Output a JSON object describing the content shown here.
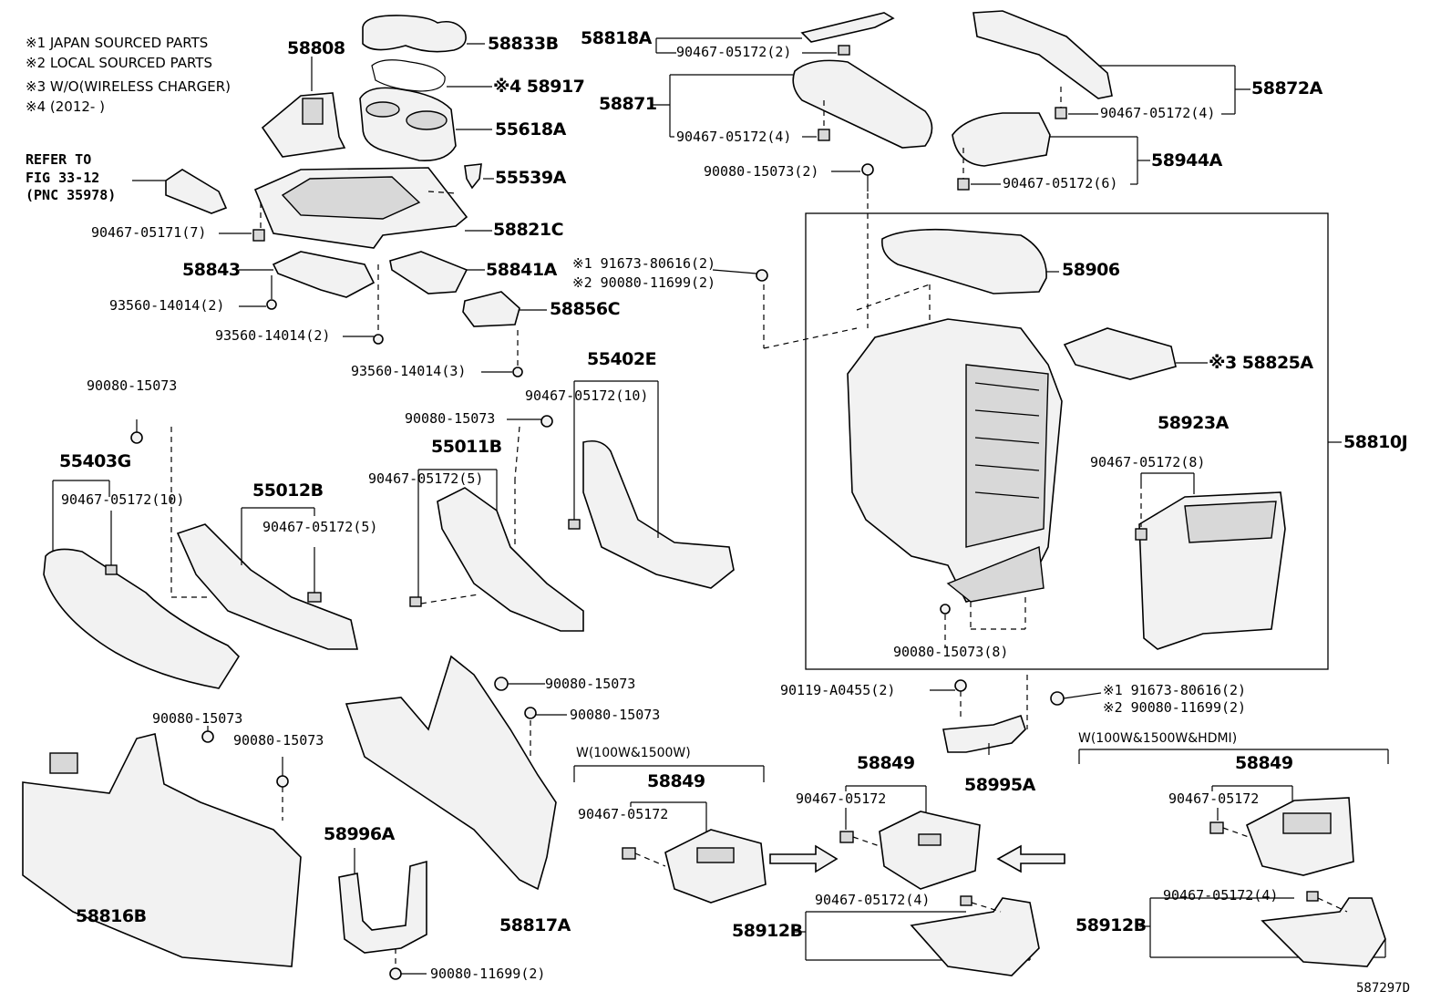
{
  "legend": {
    "n1": "※1 JAPAN SOURCED PARTS",
    "n2": "※2 LOCAL SOURCED PARTS",
    "n3": "※3 W/O(WIRELESS CHARGER)",
    "n4": "※4 (2012-      )"
  },
  "refer": {
    "line1": "REFER TO",
    "line2": "FIG 33-12",
    "line3": "(PNC 35978)"
  },
  "labels": {
    "p58808": "58808",
    "p58833B": "58833B",
    "p58917": "※4 58917",
    "p55618A": "55618A",
    "p55539A": "55539A",
    "p58821C": "58821C",
    "p90467_05171_7": "90467-05171(7)",
    "p58843": "58843",
    "p58841A": "58841A",
    "p93560_a": "93560-14014(2)",
    "p93560_b": "93560-14014(2)",
    "p58856C": "58856C",
    "p93560_c": "93560-14014(3)",
    "p58818A": "58818A",
    "p90467_05172_2": "90467-05172(2)",
    "p58871": "58871",
    "p90467_05172_4a": "90467-05172(4)",
    "p90080_15073_2": "90080-15073(2)",
    "p58872A": "58872A",
    "p90467_05172_4b": "90467-05172(4)",
    "p58944A": "58944A",
    "p90467_05172_6": "90467-05172(6)",
    "p91673_a": "※1 91673-80616(2)",
    "p90080_11699_a": "※2 90080-11699(2)",
    "p58906": "58906",
    "p58825A": "※3 58825A",
    "p58810J": "58810J",
    "p58923A": "58923A",
    "p90467_05172_8": "90467-05172(8)",
    "p90080_15073_8": "90080-15073(8)",
    "p90080_15073_l1": "90080-15073",
    "p55403G": "55403G",
    "p90467_05172_10a": "90467-05172(10)",
    "p55012B": "55012B",
    "p90467_05172_5a": "90467-05172(5)",
    "p90080_15073_m": "90080-15073",
    "p55011B": "55011B",
    "p90467_05172_5b": "90467-05172(5)",
    "p55402E": "55402E",
    "p90467_05172_10b": "90467-05172(10)",
    "p90080_15073_c1": "90080-15073",
    "p90080_15073_c2": "90080-15073",
    "p90080_15073_d1": "90080-15073",
    "p90080_15073_d2": "90080-15073",
    "p58816B": "58816B",
    "p58996A": "58996A",
    "p90080_11699_b": "90080-11699(2)",
    "p58817A": "58817A",
    "p90119": "90119-A0455(2)",
    "p91673_b": "※1 91673-80616(2)",
    "p90080_11699_c": "※2 90080-11699(2)",
    "p58995A": "58995A",
    "wl1": "W(100W&1500W)",
    "p58849a": "58849",
    "p90467_05172_a": "90467-05172",
    "p58849b": "58849",
    "p90467_05172_b": "90467-05172",
    "p90467_05172_4c": "90467-05172(4)",
    "p58912B_a": "58912B",
    "wl2": "W(100W&1500W&HDMI)",
    "p58849c": "58849",
    "p90467_05172_c": "90467-05172",
    "p90467_05172_4d": "90467-05172(4)",
    "p58912B_b": "58912B",
    "figid": "587297D"
  }
}
